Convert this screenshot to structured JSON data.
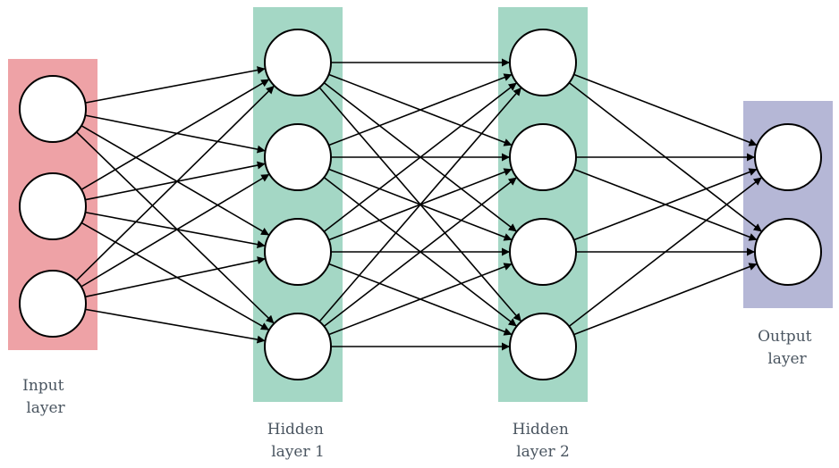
{
  "diagram": {
    "layers": [
      {
        "id": "input",
        "label_lines": [
          "Input",
          "layer"
        ],
        "nodes": 3,
        "color": "#eea2a6"
      },
      {
        "id": "hidden1",
        "label_lines": [
          "Hidden",
          "layer 1"
        ],
        "nodes": 4,
        "color": "#a4d7c5"
      },
      {
        "id": "hidden2",
        "label_lines": [
          "Hidden",
          "layer 2"
        ],
        "nodes": 4,
        "color": "#a4d7c5"
      },
      {
        "id": "output",
        "label_lines": [
          "Output",
          "layer"
        ],
        "nodes": 2,
        "color": "#b5b7d6"
      }
    ],
    "connectivity": "fully-connected",
    "node_fill": "#ffffff",
    "edge_color": "#000000"
  }
}
